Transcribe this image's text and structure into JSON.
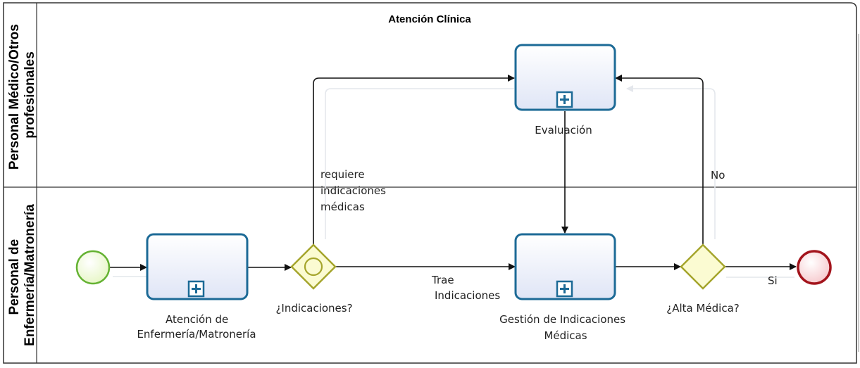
{
  "pool": {
    "title": "Atención Clínica"
  },
  "lanes": [
    {
      "id": "medico",
      "label_lines": [
        "Personal Médico/Otros",
        "profesionales"
      ]
    },
    {
      "id": "enfermeria",
      "label_lines": [
        "Personal de",
        "Enfermería/Matronería"
      ]
    }
  ],
  "tasks": {
    "atencion": {
      "label_lines": [
        "Atención de",
        "Enfermería/Matronería"
      ]
    },
    "evaluacion": {
      "label_lines": [
        "Evaluación"
      ]
    },
    "gestion": {
      "label_lines": [
        "Gestión de Indicaciones",
        "Médicas"
      ]
    }
  },
  "gateways": {
    "indicaciones": {
      "label": "¿Indicaciones?"
    },
    "alta": {
      "label": "¿Alta Médica?"
    }
  },
  "flow_labels": {
    "requiere": [
      "requiere",
      "indicaciones",
      "médicas"
    ],
    "trae": [
      "Trae",
      "Indicaciones"
    ],
    "no": "No",
    "si": "Si"
  },
  "colors": {
    "task_border": "#1c6a96",
    "task_fill_top": "#ffffff",
    "task_fill_bottom": "#dfe5f6",
    "gateway_border": "#a5a52c",
    "gateway_fill": "#fbfbd2",
    "start_border": "#64b232",
    "start_fill": "#e6f6c4",
    "end_border": "#a3141c",
    "end_fill": "#f6c8cc",
    "subprocess_marker": "#1c6a96"
  }
}
